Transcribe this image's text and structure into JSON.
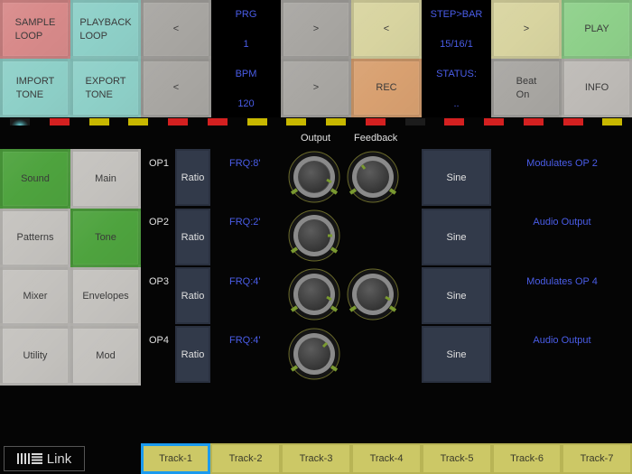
{
  "top_pads": {
    "sample_loop": "SAMPLE\nLOOP",
    "playback_loop": "PLAYBACK\nLOOP",
    "prev_prg": "<",
    "next_prg": ">",
    "prev_step": "<",
    "next_step": ">",
    "play": "PLAY",
    "import_tone": "IMPORT\nTONE",
    "export_tone": "EXPORT\nTONE",
    "prev_bpm": "<",
    "next_bpm": ">",
    "rec": "REC",
    "beat_on": "Beat\nOn",
    "info": "INFO"
  },
  "display_left": {
    "prg_label": "PRG",
    "prg_value": "1",
    "bpm_label": "BPM",
    "bpm_value": "120"
  },
  "display_right": {
    "step_label": "STEP>BAR",
    "step_value": "15/16/1",
    "status_label": "STATUS:",
    "status_value": ".."
  },
  "step_indicators": [
    {
      "color": "#6fd6dd",
      "type": "playhead"
    },
    {
      "color": "#d42020"
    },
    {
      "color": "#c8b800"
    },
    {
      "color": "#c8b800"
    },
    {
      "color": "#d42020"
    },
    {
      "color": "#d42020"
    },
    {
      "color": "#c8b800"
    },
    {
      "color": "#c8b800"
    },
    {
      "color": "#c8b800"
    },
    {
      "color": "#d42020"
    },
    {
      "color": "#1c1c1c"
    },
    {
      "color": "#d42020"
    },
    {
      "color": "#d42020"
    },
    {
      "color": "#d42020"
    },
    {
      "color": "#d42020"
    },
    {
      "color": "#c8b800"
    }
  ],
  "nav": {
    "sound": "Sound",
    "main": "Main",
    "patterns": "Patterns",
    "tone": "Tone",
    "mixer": "Mixer",
    "envelopes": "Envelopes",
    "utility": "Utility",
    "mod": "Mod"
  },
  "operator_headers": {
    "output": "Output",
    "feedback": "Feedback"
  },
  "operators": [
    {
      "name": "OP1",
      "ratio_label": "Ratio",
      "frequency": "FRQ:8'",
      "waveform": "Sine",
      "routing": "Modulates OP 2",
      "has_feedback": true
    },
    {
      "name": "OP2",
      "ratio_label": "Ratio",
      "frequency": "FRQ:2'",
      "waveform": "Sine",
      "routing": "Audio Output",
      "has_feedback": false
    },
    {
      "name": "OP3",
      "ratio_label": "Ratio",
      "frequency": "FRQ:4'",
      "waveform": "Sine",
      "routing": "Modulates OP 4",
      "has_feedback": true
    },
    {
      "name": "OP4",
      "ratio_label": "Ratio",
      "frequency": "FRQ:4'",
      "waveform": "Sine",
      "routing": "Audio Output",
      "has_feedback": false
    }
  ],
  "link": {
    "label": "Link"
  },
  "tracks": [
    {
      "label": "Track-1",
      "selected": true
    },
    {
      "label": "Track-2"
    },
    {
      "label": "Track-3"
    },
    {
      "label": "Track-4"
    },
    {
      "label": "Track-5"
    },
    {
      "label": "Track-6"
    },
    {
      "label": "Track-7"
    }
  ],
  "colors": {
    "sample_pad": "#d88a8a",
    "teal_pad": "#8ed0c8",
    "grey_pad": "#a8a6a2",
    "yellow_pad": "#d8d4a0",
    "rec_pad": "#d8a070",
    "play_pad": "#8ed08a",
    "beat_pad": "#a8a6a2",
    "info_pad": "#bdbab6",
    "nav_active": "#4ea33e",
    "nav_inactive": "#c4c2be",
    "display_text": "#4a5de8",
    "track": "#ccc866",
    "track_selected_border": "#1a9aee"
  }
}
